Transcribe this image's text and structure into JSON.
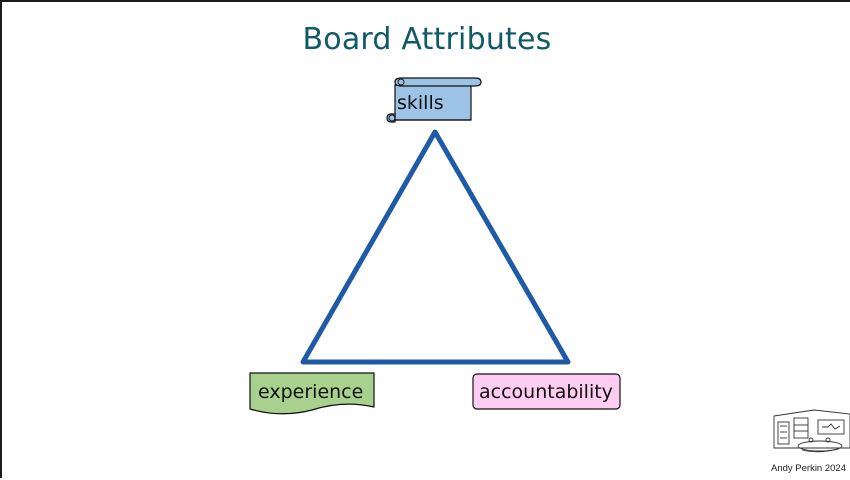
{
  "slide": {
    "title": "Board Attributes",
    "credit": "Andy Perkin 2024"
  },
  "diagram": {
    "top_node": {
      "label": "skills",
      "shape": "scroll",
      "fill": "#9dc3e6"
    },
    "left_node": {
      "label": "experience",
      "shape": "document",
      "fill": "#a9d18e"
    },
    "right_node": {
      "label": "accountability",
      "shape": "rounded-rectangle",
      "fill": "#ffccf2"
    },
    "triangle_color": "#1f5aa6"
  },
  "logo": {
    "name": "room-sketch-logo"
  }
}
